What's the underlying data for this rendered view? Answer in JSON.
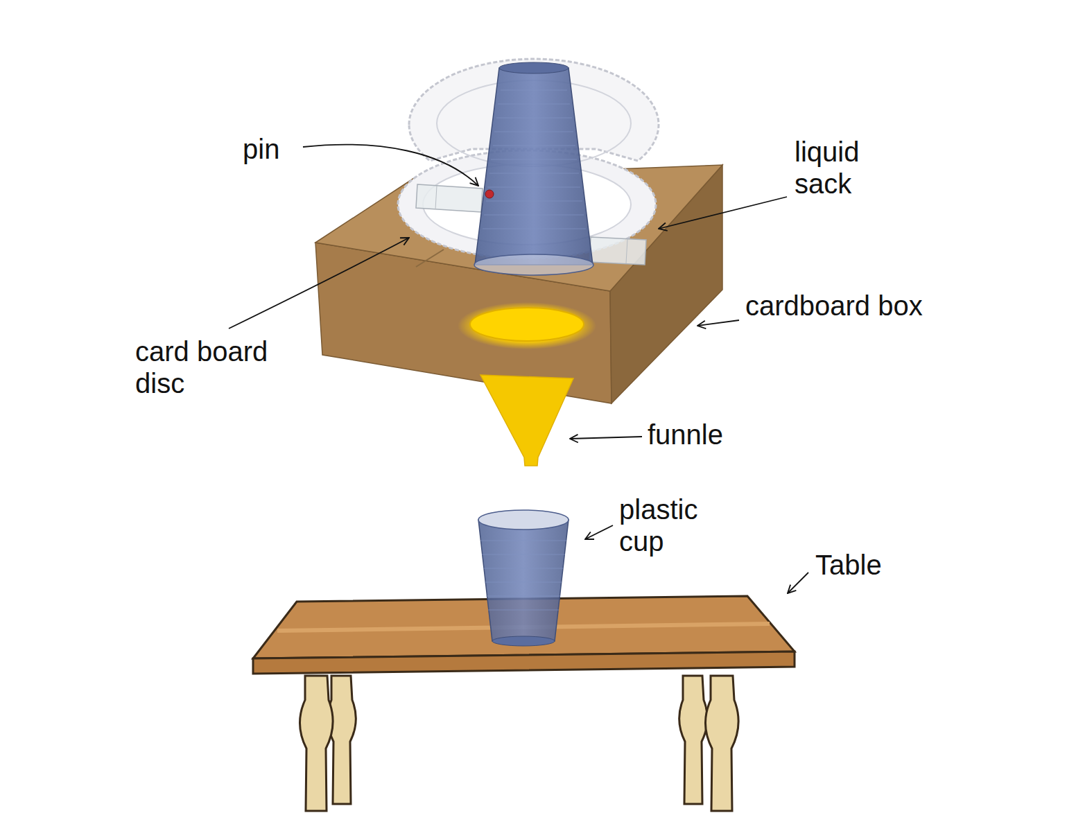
{
  "diagram": {
    "labels": [
      "pin",
      "liquid sack",
      "cardboard box",
      "card board disc",
      "funnle",
      "plastic cup",
      "Table"
    ]
  }
}
